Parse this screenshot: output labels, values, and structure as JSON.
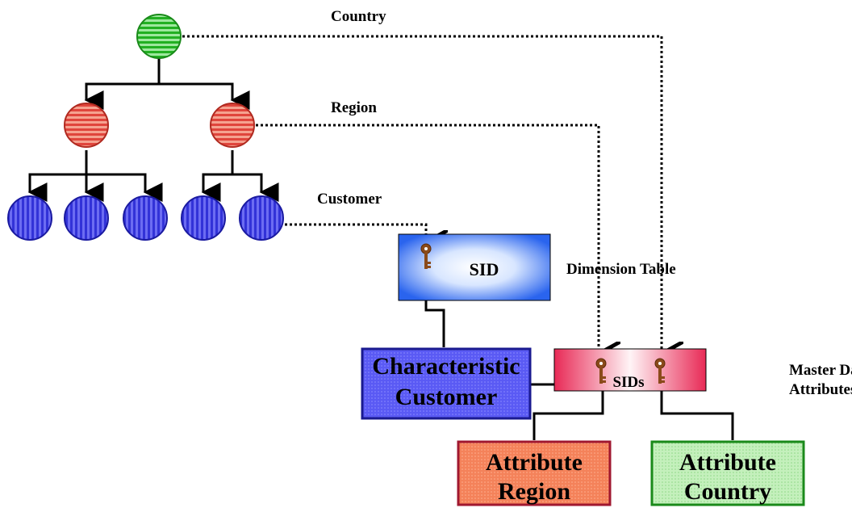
{
  "labels": {
    "country": "Country",
    "region": "Region",
    "customer": "Customer",
    "dimension_table": "Dimension Table",
    "master_data_line1": "Master Data",
    "master_data_line2": "Attributes"
  },
  "boxes": {
    "sid": "SID",
    "characteristic_line1": "Characteristic",
    "characteristic_line2": "Customer",
    "sids": "SIDs",
    "attr_region_line1": "Attribute",
    "attr_region_line2": "Region",
    "attr_country_line1": "Attribute",
    "attr_country_line2": "Country"
  },
  "colors": {
    "country_node": "#22a822",
    "region_node": "#e0453c",
    "customer_node": "#3a3ae0",
    "sid_box": "#2a6cf0",
    "characteristic_box": "#5a5af0",
    "sids_box": "#e8305a",
    "attr_region_box": "#f08a5a",
    "attr_country_box": "#c8f0c0",
    "key": "#8a4a1a"
  },
  "icons": {
    "key": "key-icon"
  }
}
